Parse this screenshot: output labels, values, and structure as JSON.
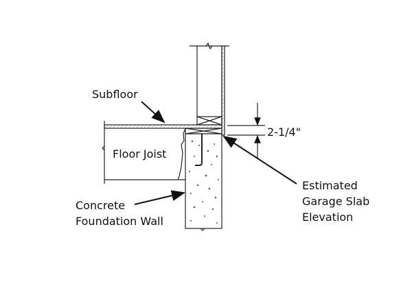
{
  "labels": {
    "subfloor": "Subfloor",
    "floor_joist": "Floor Joist",
    "concrete_line1": "Concrete",
    "concrete_line2": "Foundation Wall",
    "dimension": "2-1/4\"",
    "slab_line1": "Estimated",
    "slab_line2": "Garage Slab",
    "slab_line3": "Elevation"
  },
  "colors": {
    "line": "#222222",
    "hatch": "#888888"
  }
}
